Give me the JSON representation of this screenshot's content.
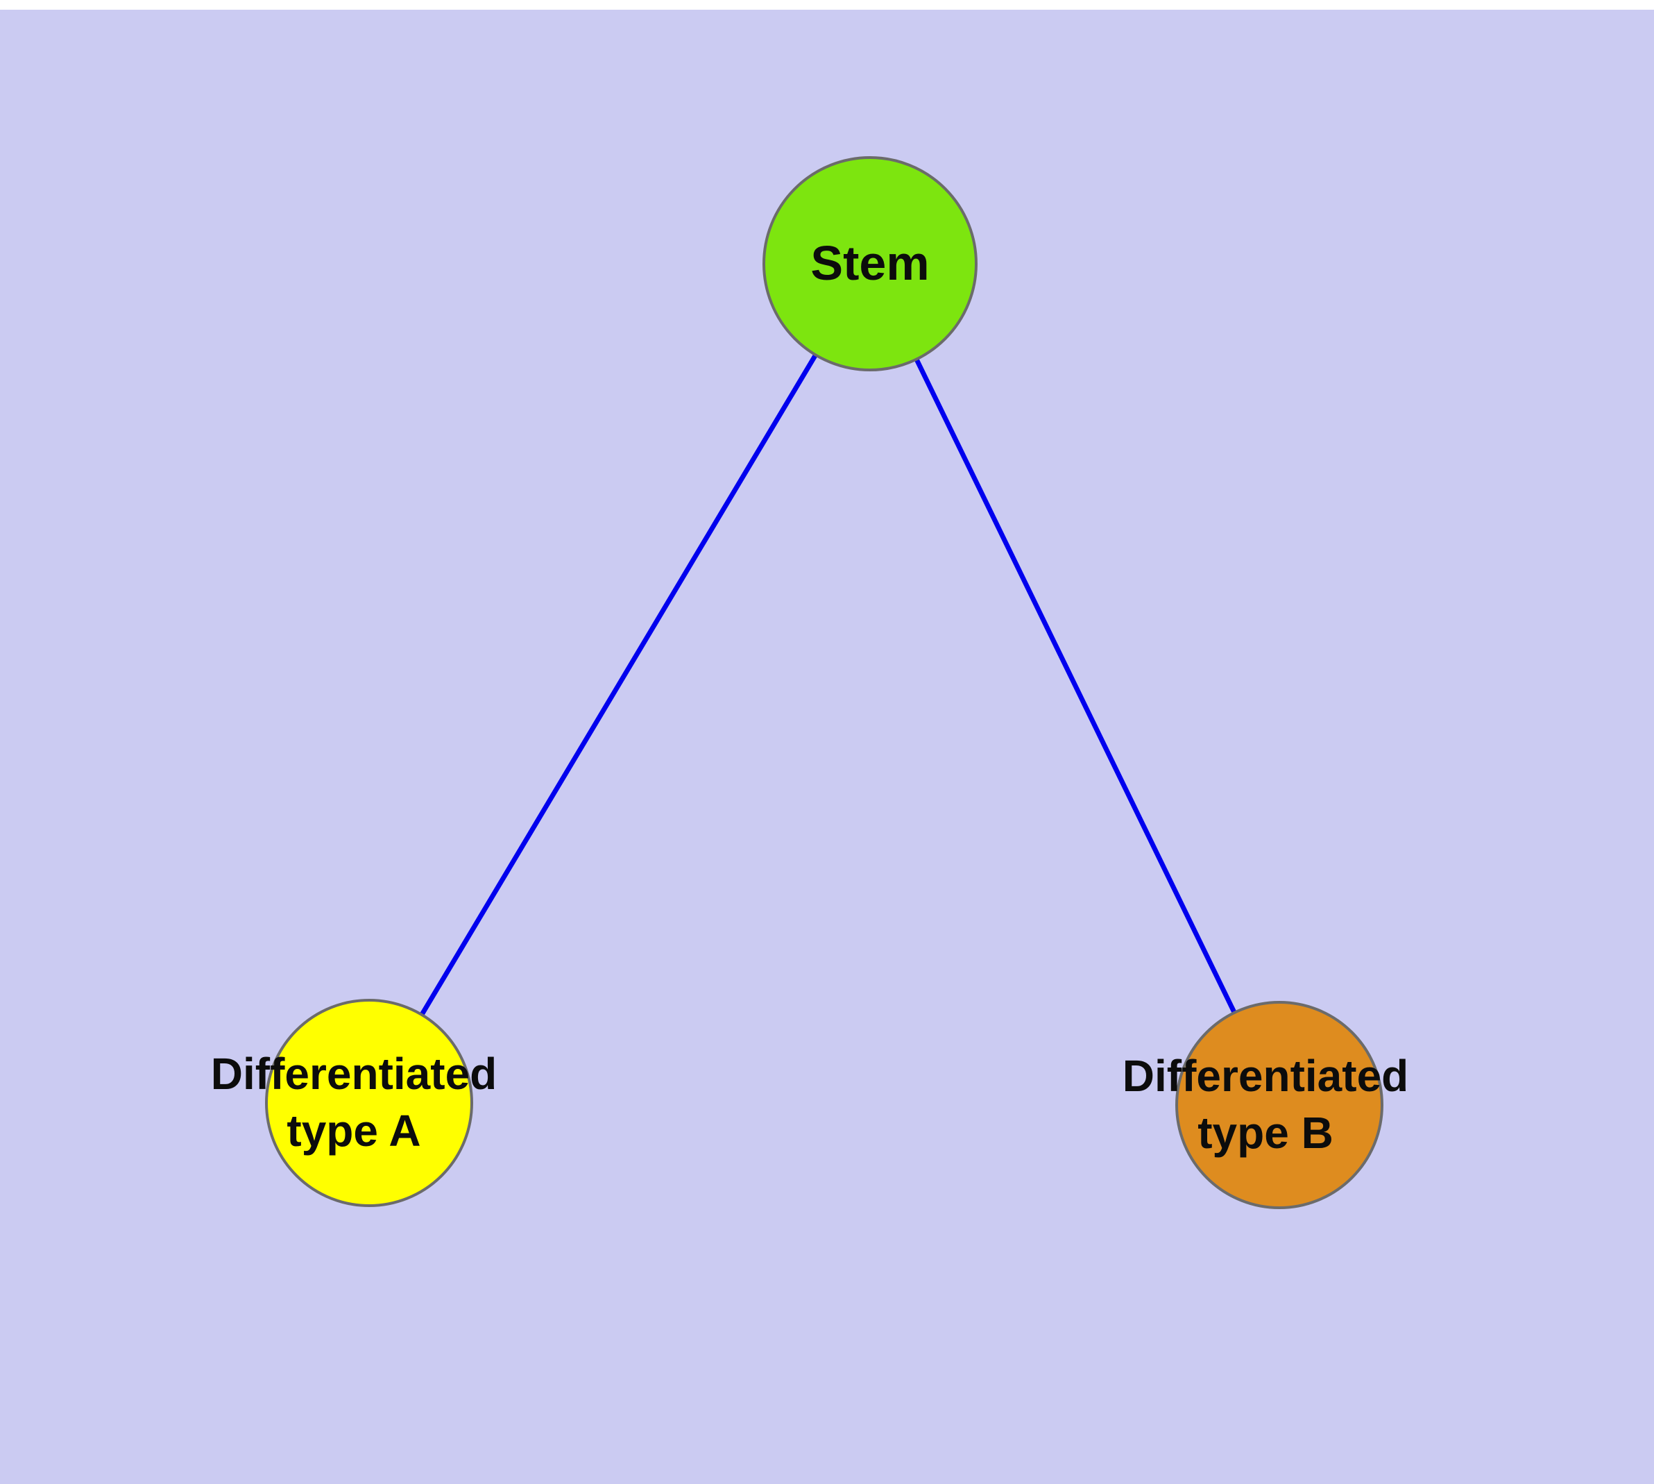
{
  "diagram": {
    "title": "cell-differentiation-graph",
    "background_color": "#cbcbf2",
    "edge_color": "#0000ee",
    "node_border_color": "#6b6b6b",
    "label_color": "#0c0c0c",
    "nodes": [
      {
        "id": "stem",
        "label": "Stem",
        "color": "#7de50f"
      },
      {
        "id": "diff-a",
        "label": "Differentiated\ntype A",
        "color": "#ffff00"
      },
      {
        "id": "diff-b",
        "label": "Differentiated\ntype B",
        "color": "#de8c1f"
      }
    ],
    "edges": [
      {
        "from": "stem",
        "to": "diff-a"
      },
      {
        "from": "stem",
        "to": "diff-b"
      }
    ]
  }
}
